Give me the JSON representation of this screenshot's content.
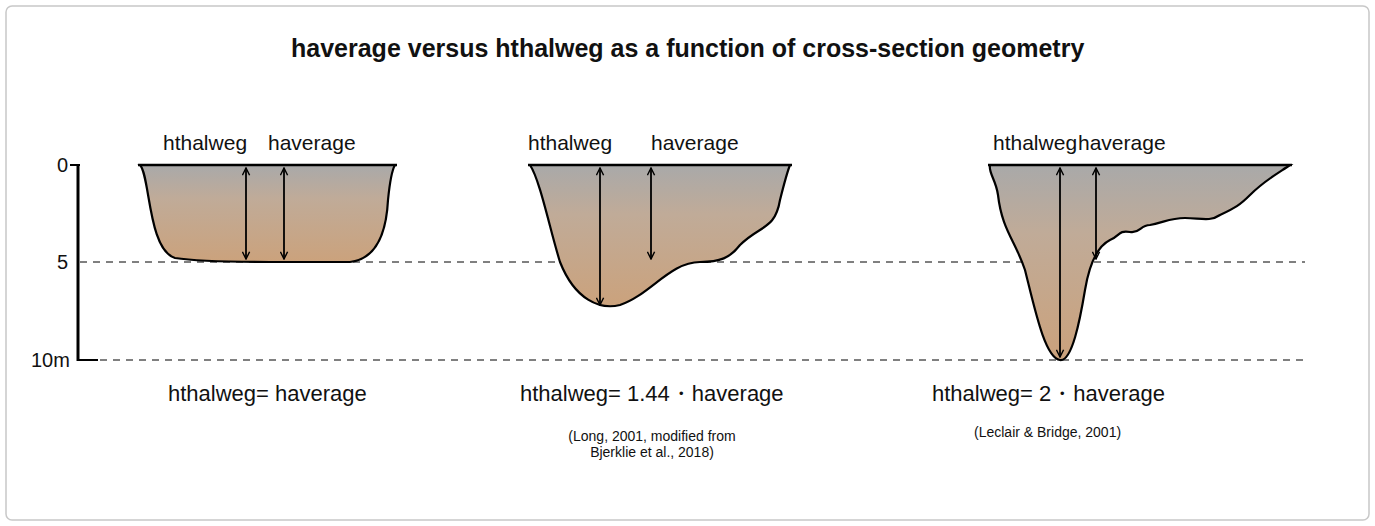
{
  "diagram": {
    "title": "haverage versus hthalweg as a function of cross-section geometry",
    "labels": [
      "0",
      "5",
      "10m",
      "hthalweg",
      "haverage",
      "hthalweg",
      "haverage",
      "hthalweg",
      "haverage",
      "hthalweg= haverage",
      "hthalweg= 1.44・haverage",
      "(Long, 2001, modified from Bjerklie et al., 2018)",
      "hthalweg= 2・haverage",
      "(Leclair & Bridge, 2001)"
    ]
  }
}
